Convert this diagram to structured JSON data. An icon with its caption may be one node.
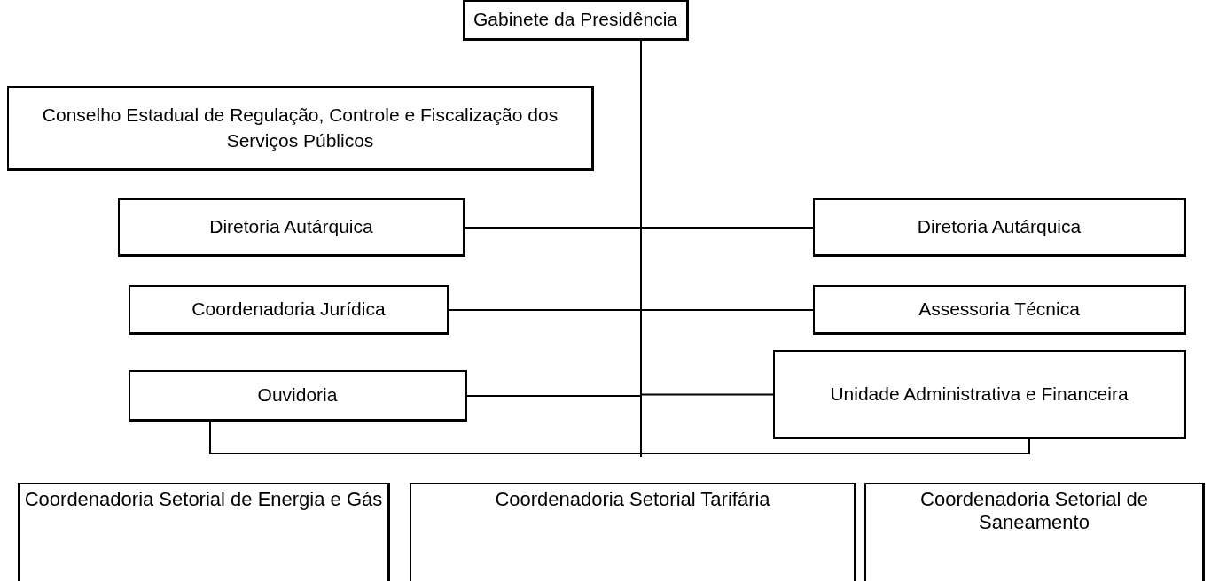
{
  "diagram": {
    "nodes": [
      {
        "text": [
          "Gabinete da Presidência"
        ]
      },
      {
        "text": [
          "Conselho Estadual de Regulação, Controle e Fiscalização dos Serviços Públicos"
        ]
      },
      {
        "text": [
          "Diretoria Autárquica"
        ]
      },
      {
        "text": [
          "Diretoria Autárquica"
        ]
      },
      {
        "text": [
          "Coordenadoria Jurídica"
        ]
      },
      {
        "text": [
          "Assessoria Técnica"
        ]
      },
      {
        "text": [
          "Ouvidoria"
        ]
      },
      {
        "text": [
          "Unidade Administrativa e Financeira"
        ]
      },
      {
        "text": [
          "Coordenadoria Setorial de Energia e Gás"
        ]
      },
      {
        "text": [
          "Coordenadoria Setorial Tarifária"
        ]
      },
      {
        "text": [
          "Coordenadoria Setorial de Saneamento"
        ]
      }
    ],
    "edges": [
      {
        "from": 0,
        "to": 2,
        "arrow": "none"
      },
      {
        "from": 0,
        "to": 3,
        "arrow": "none"
      },
      {
        "from": 0,
        "to": 4,
        "arrow": "none"
      },
      {
        "from": 0,
        "to": 5,
        "arrow": "none"
      },
      {
        "from": 0,
        "to": 6,
        "arrow": "none"
      },
      {
        "from": 0,
        "to": 7,
        "arrow": "none"
      },
      {
        "from": 6,
        "to": 7,
        "arrow": "none"
      }
    ]
  }
}
